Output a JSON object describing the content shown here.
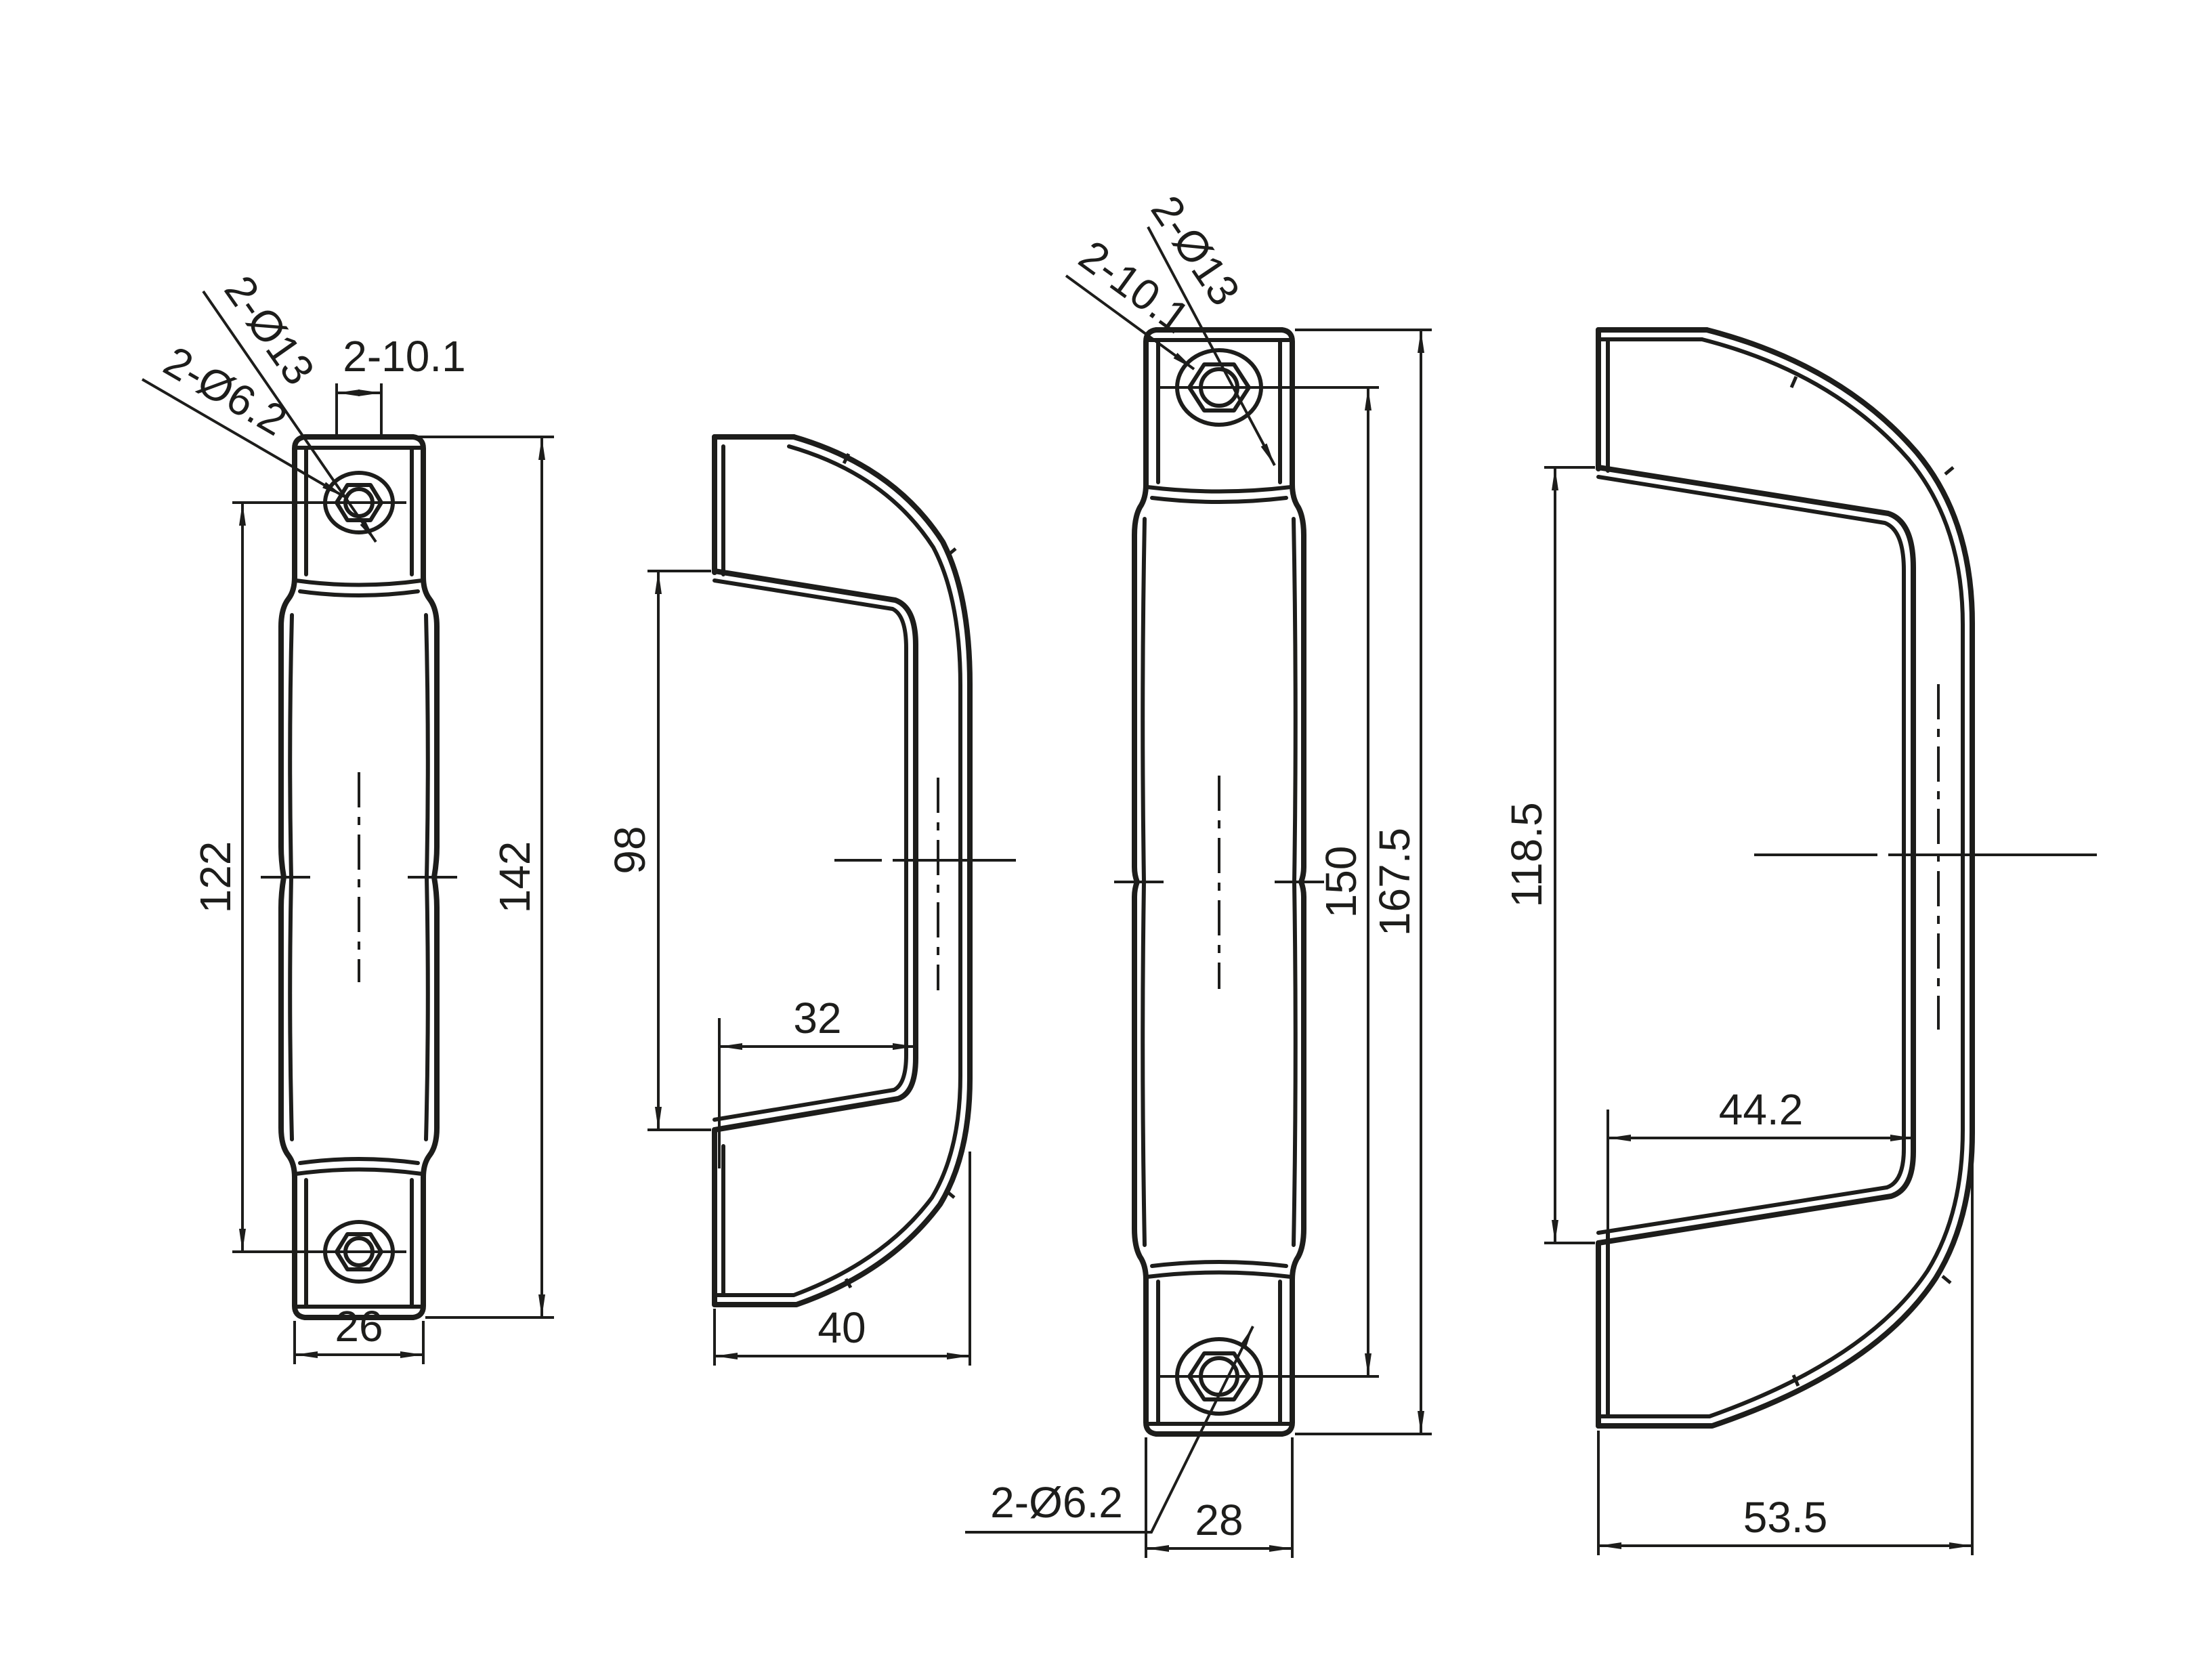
{
  "drawing": {
    "background_color": "#ffffff",
    "line_color": "#1d1d1b",
    "views": [
      {
        "name": "small-handle-front",
        "labels": {
          "outer_hole": "2-Ø13",
          "inner_hole": "2-Ø6.2",
          "square_hole": "2-10.1"
        },
        "dims": {
          "hole_spacing": "122",
          "overall_height": "142",
          "base_width": "26"
        }
      },
      {
        "name": "small-handle-side",
        "dims": {
          "inner_height": "98",
          "inner_depth": "32",
          "overall_depth": "40"
        }
      },
      {
        "name": "large-handle-front",
        "labels": {
          "outer_hole": "2-Ø13",
          "inner_hole": "2-Ø6.2",
          "square_hole": "2-10.1"
        },
        "dims": {
          "hole_spacing": "150",
          "overall_height": "167.5",
          "base_width": "28"
        }
      },
      {
        "name": "large-handle-side",
        "dims": {
          "inner_height": "118.5",
          "inner_depth": "44.2",
          "overall_depth": "53.5"
        }
      }
    ]
  }
}
